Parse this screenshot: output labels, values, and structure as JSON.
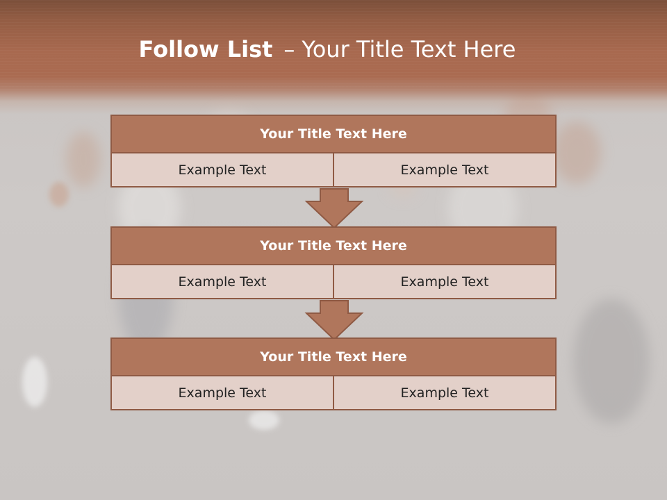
{
  "title": {
    "bold": "Follow List",
    "dash": "–",
    "rest": "Your Title Text Here"
  },
  "blocks": [
    {
      "heading": "Your Title Text Here",
      "left": "Example Text",
      "right": "Example Text"
    },
    {
      "heading": "Your Title Text Here",
      "left": "Example Text",
      "right": "Example Text"
    },
    {
      "heading": "Your Title Text Here",
      "left": "Example Text",
      "right": "Example Text"
    }
  ],
  "colors": {
    "header_band": "#aa6b51",
    "box_fill": "#b0765c",
    "box_border": "#8f5a44",
    "cell_fill": "#e3d0c9",
    "background": "#cdc9c7"
  }
}
